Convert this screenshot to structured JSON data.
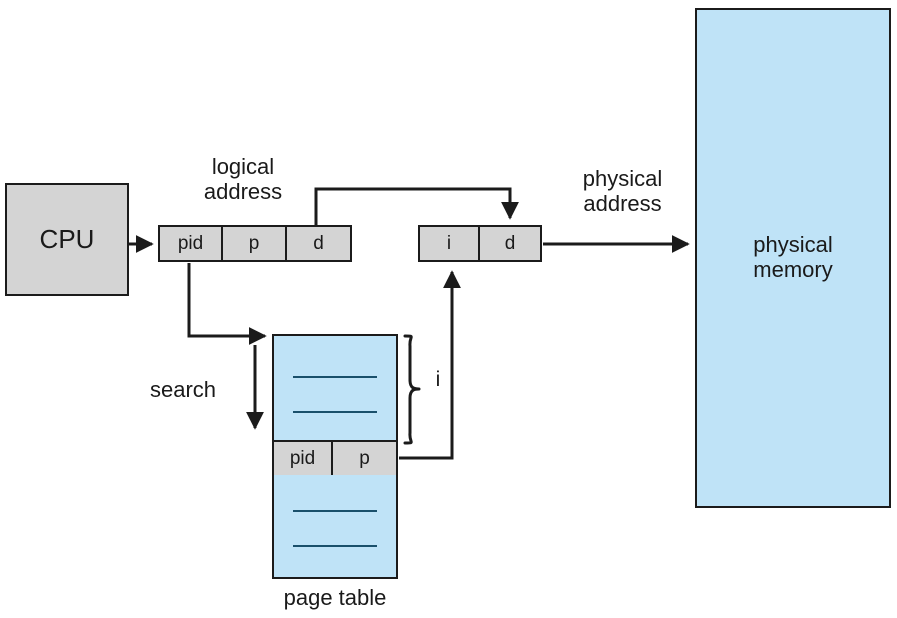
{
  "diagram": {
    "title": "inverted page table address translation",
    "colors": {
      "component_gray": "#d4d4d4",
      "memory_blue": "#bfe3f7",
      "stroke": "#1b1b1b",
      "rule_blue": "#19506b",
      "background": "#ffffff"
    }
  },
  "cpu": {
    "label": "CPU"
  },
  "logical_address": {
    "caption": "logical\naddress",
    "fields": [
      {
        "name": "pid",
        "label": "pid"
      },
      {
        "name": "page-number",
        "label": "p"
      },
      {
        "name": "offset",
        "label": "d"
      }
    ]
  },
  "physical_address": {
    "caption": "physical\naddress",
    "fields": [
      {
        "name": "frame-index",
        "label": "i"
      },
      {
        "name": "offset",
        "label": "d"
      }
    ]
  },
  "page_table": {
    "caption": "page table",
    "matched_entry": [
      {
        "name": "pid",
        "label": "pid"
      },
      {
        "name": "page-number",
        "label": "p"
      }
    ],
    "upper_rules": 2,
    "lower_rules": 2
  },
  "physical_memory": {
    "label": "physical\nmemory"
  },
  "annotations": {
    "search": "search",
    "index": "i"
  }
}
